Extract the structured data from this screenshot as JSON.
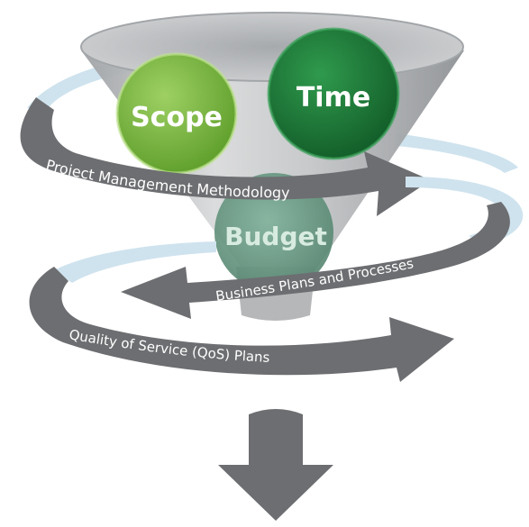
{
  "circles": {
    "scope": "Scope",
    "time": "Time",
    "budget": "Budget"
  },
  "bands": {
    "top": "Project Management Methodology",
    "middle": "Business Plans and Processes",
    "bottom": "Quality of Service (QoS) Plans"
  },
  "colors": {
    "arrow_gray": "#6d6e71",
    "funnel_gray": "#bdbfc1",
    "light_blue": "#cfe3ee",
    "scope_green": "#7ab83f",
    "time_green": "#1d7a3a",
    "budget_green": "#6f9f88"
  },
  "icons": {
    "output_arrow": "down-arrow-icon"
  }
}
